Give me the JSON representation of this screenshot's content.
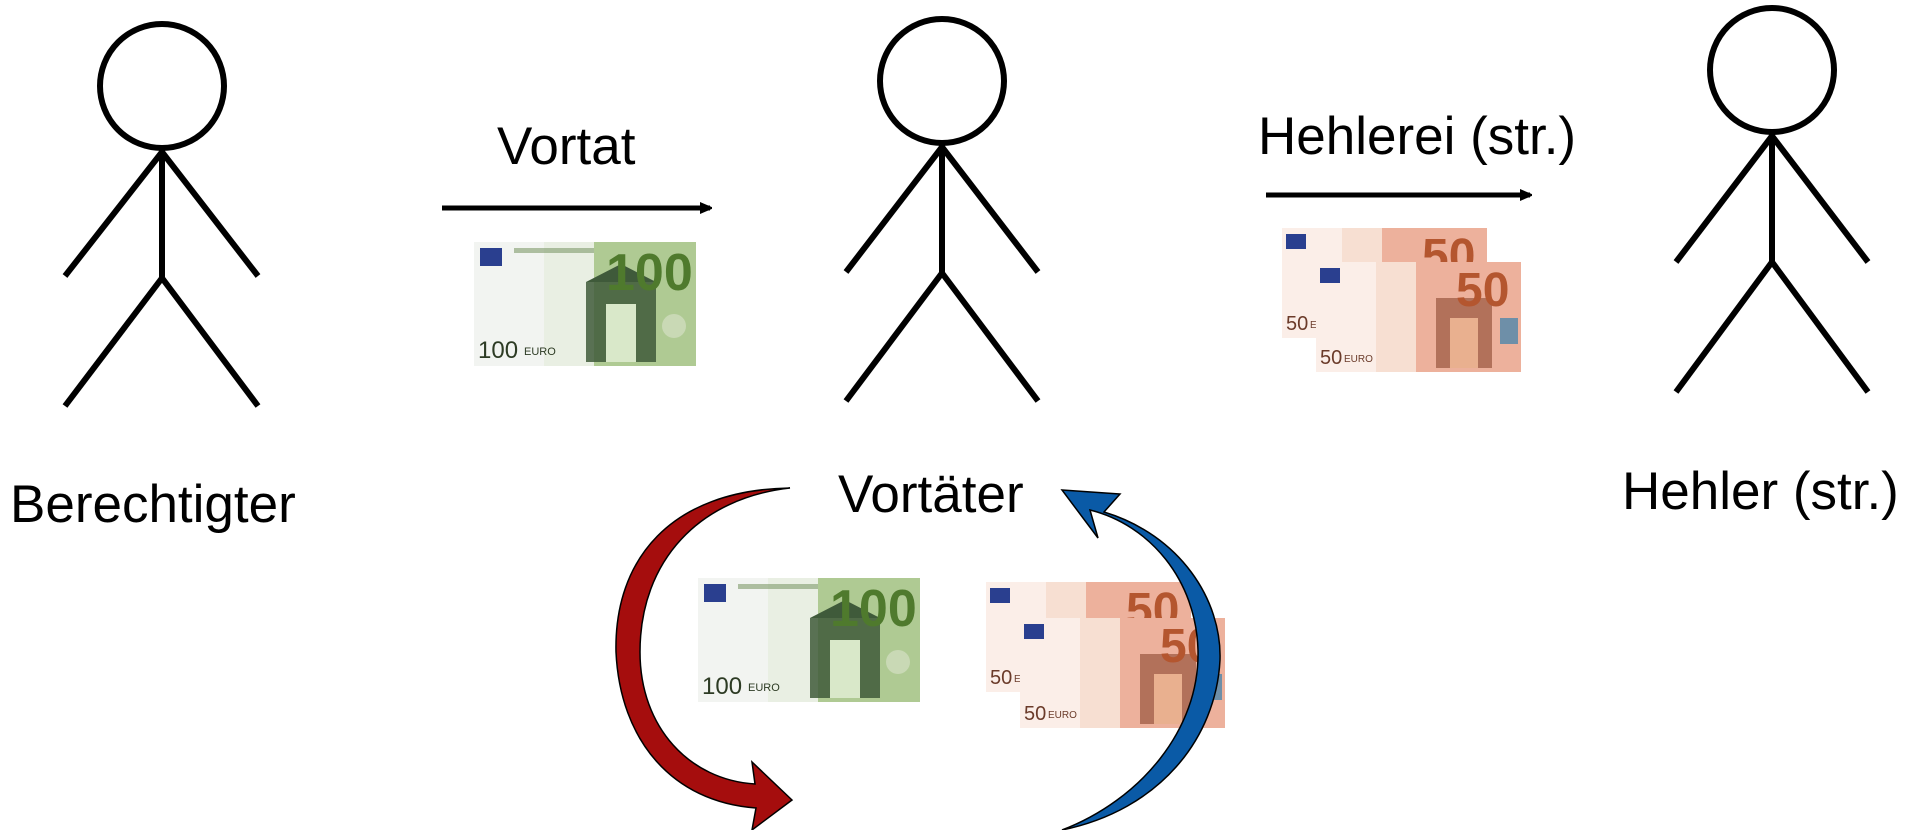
{
  "persons": [
    {
      "label": "Berechtigter"
    },
    {
      "label": "Vortäter"
    },
    {
      "label": "Hehler (str.)"
    }
  ],
  "transfers": [
    {
      "label": "Vortat"
    },
    {
      "label": "Hehlerei (str.)"
    }
  ],
  "banknotes": {
    "hundred": {
      "value": "100",
      "currency": "EURO",
      "color": "#8fb06a"
    },
    "fifty": {
      "value": "50",
      "currency": "EURO",
      "color": "#e8a88c"
    }
  },
  "cycle_arrows": {
    "red": {
      "color": "#a50d0d"
    },
    "blue": {
      "color": "#0a5aa6"
    }
  }
}
